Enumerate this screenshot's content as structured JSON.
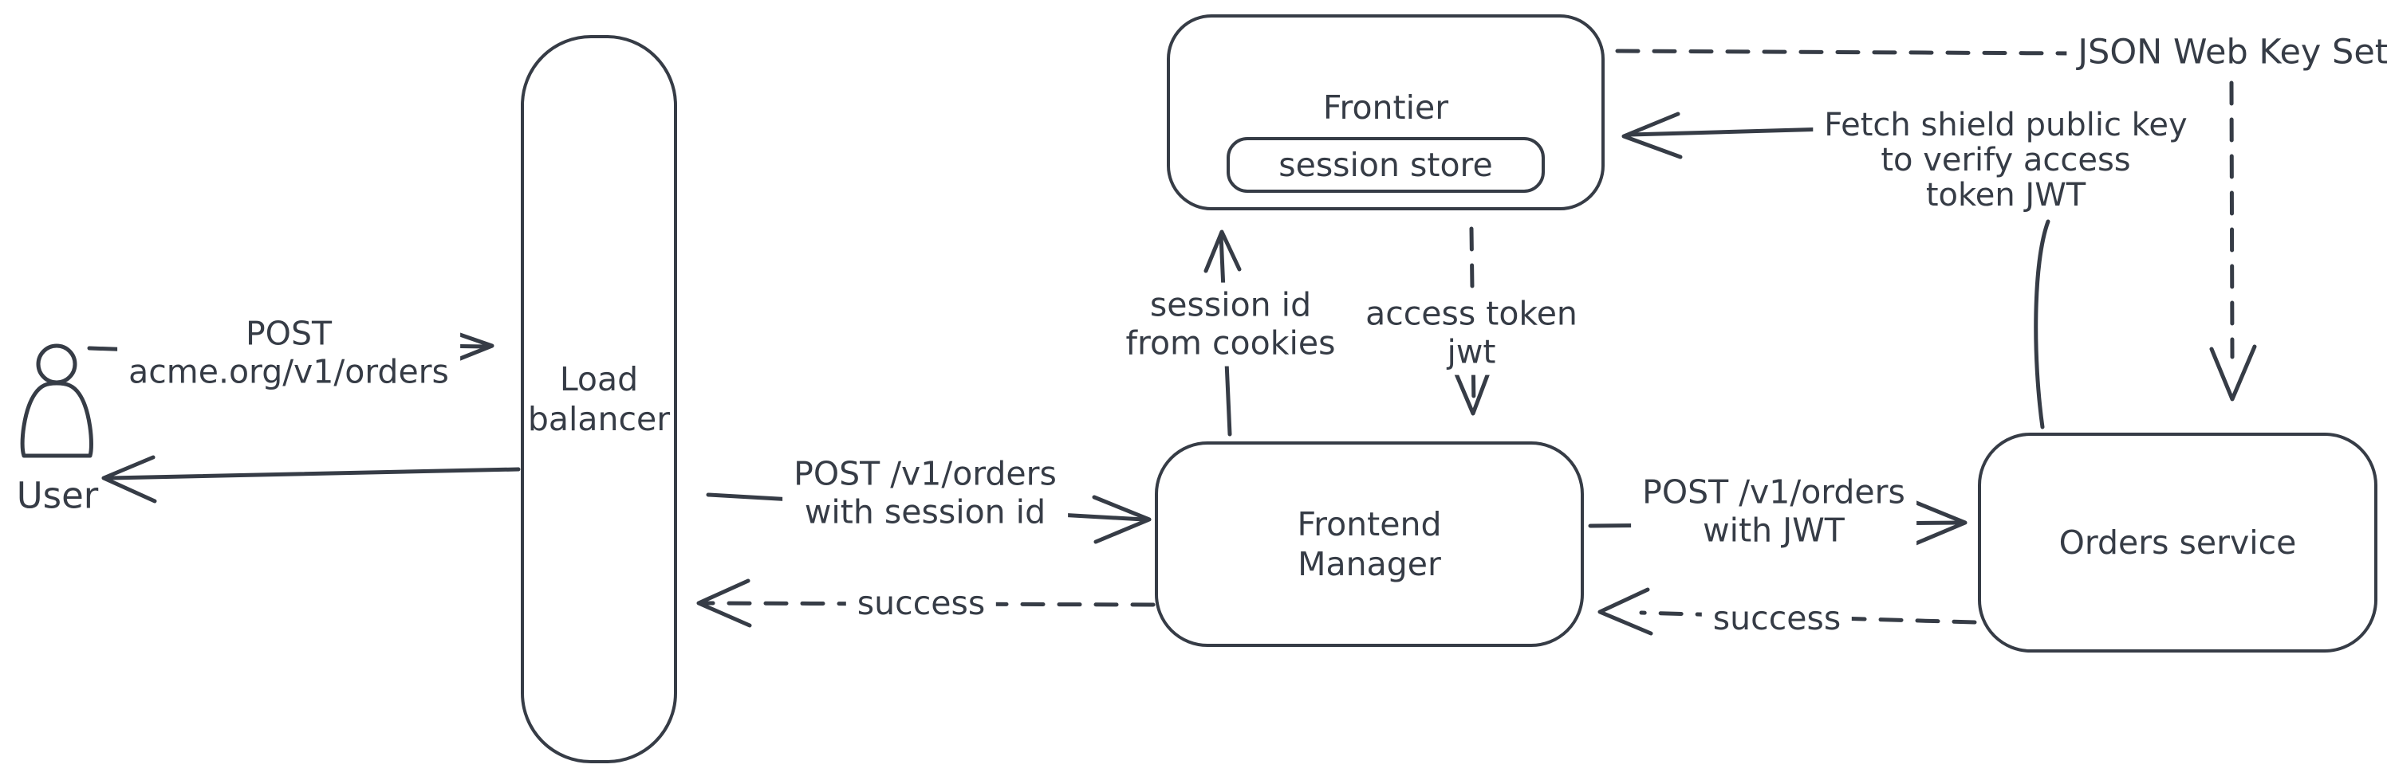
{
  "colors": {
    "stroke": "#363c46",
    "hatch_fill": "#c9d2dc",
    "background": "#ffffff"
  },
  "nodes": {
    "user": {
      "label": "User"
    },
    "load_balancer": {
      "lines": [
        "Load",
        "balancer"
      ]
    },
    "frontier": {
      "title": "Frontier",
      "store": "session store"
    },
    "frontend_manager": {
      "lines": [
        "Frontend",
        "Manager"
      ]
    },
    "orders_service": {
      "label": "Orders service"
    }
  },
  "edges": {
    "user_to_lb": {
      "lines": [
        "POST",
        "acme.org/v1/orders"
      ]
    },
    "lb_to_fm": {
      "lines": [
        "POST /v1/orders",
        "with session id"
      ]
    },
    "fm_to_lb": {
      "label": "success"
    },
    "fm_to_frontier": {
      "lines": [
        "session id",
        "from cookies"
      ]
    },
    "frontier_to_fm": {
      "lines": [
        "access token",
        "jwt"
      ]
    },
    "fm_to_orders": {
      "lines": [
        "POST /v1/orders",
        "with JWT"
      ]
    },
    "orders_to_fm": {
      "label": "success"
    },
    "orders_to_frontier": {
      "lines": [
        "Fetch shield public key",
        "to verify access",
        "token JWT"
      ]
    },
    "jwks": {
      "label": "JSON Web Key Set"
    }
  }
}
